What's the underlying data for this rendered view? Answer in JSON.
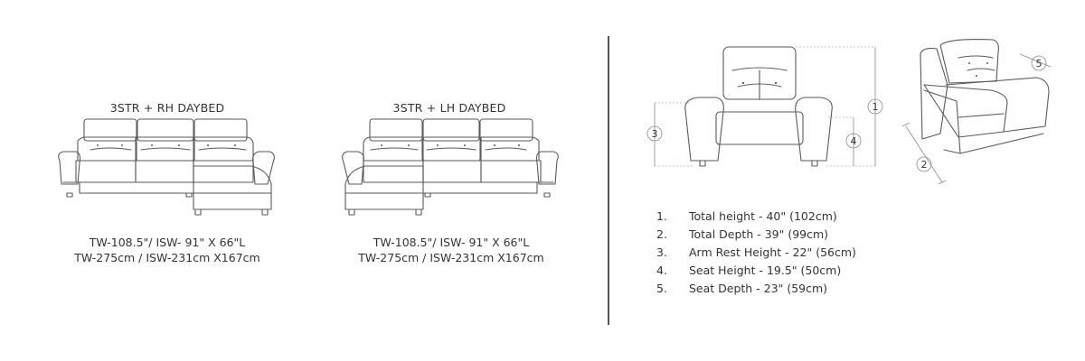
{
  "sofas": [
    {
      "title": "3STR + RH DAYBED",
      "dims_line1": "TW-108.5\"/ ISW- 91\" X 66\"L",
      "dims_line2": "TW-275cm / ISW-231cm X167cm"
    },
    {
      "title": "3STR + LH DAYBED",
      "dims_line1": "TW-108.5\"/ ISW- 91\" X 66\"L",
      "dims_line2": "TW-275cm / ISW-231cm X167cm"
    }
  ],
  "callouts": [
    "1",
    "2",
    "3",
    "4",
    "5"
  ],
  "specs": [
    {
      "num": "1.",
      "text": "Total height - 40\" (102cm)"
    },
    {
      "num": "2.",
      "text": "Total Depth - 39\" (99cm)"
    },
    {
      "num": "3.",
      "text": "Arm Rest Height - 22\" (56cm)"
    },
    {
      "num": "4.",
      "text": "Seat Height - 19.5\" (50cm)"
    },
    {
      "num": "5.",
      "text": "Seat Depth - 23\" (59cm)"
    }
  ]
}
